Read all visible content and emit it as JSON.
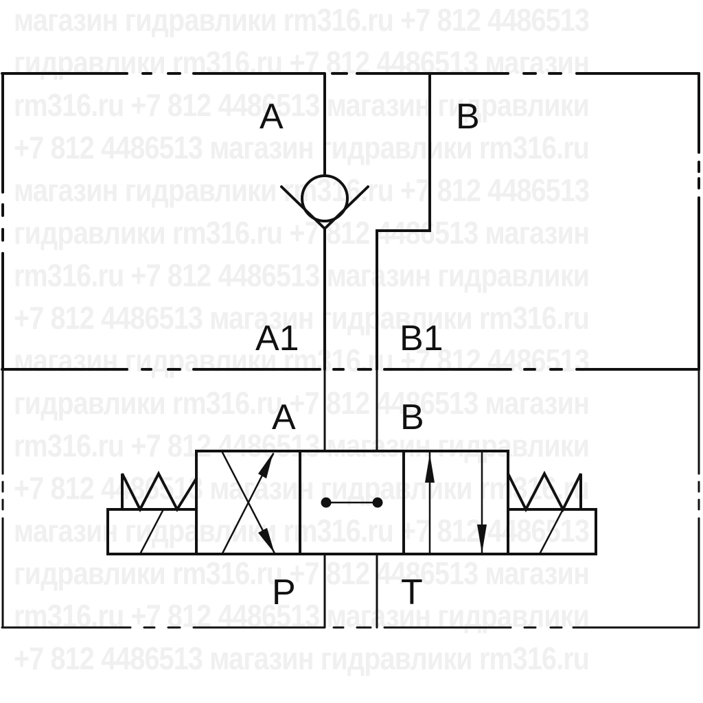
{
  "watermark": {
    "lines": [
      "магазин гидравлики rm316.ru +7 812 4486513",
      "гидравлики rm316.ru +7 812 4486513 магазин",
      "rm316.ru +7 812 4486513 магазин гидравлики",
      "+7 812 4486513 магазин гидравлики rm316.ru",
      "магазин гидравлики rm316.ru +7 812 4486513",
      "гидравлики rm316.ru +7 812 4486513 магазин",
      "rm316.ru +7 812 4486513 магазин гидравлики",
      "+7 812 4486513 магазин гидравлики rm316.ru",
      "магазин гидравлики rm316.ru +7 812 4486513",
      "гидравлики rm316.ru +7 812 4486513 магазин",
      "rm316.ru +7 812 4486513 магазин гидравлики",
      "+7 812 4486513 магазин гидравлики rm316.ru",
      "магазин гидравлики rm316.ru +7 812 4486513",
      "гидравлики rm316.ru +7 812 4486513 магазин",
      "rm316.ru +7 812 4486513 магазин гидравлики",
      "+7 812 4486513 магазин гидравлики rm316.ru"
    ],
    "color": "#f0f0f0"
  },
  "diagram": {
    "title": "Hydraulic directional valve with check valve module",
    "line_color": "#111111",
    "upper_module": {
      "port_labels": {
        "a": "A",
        "b": "B",
        "a1": "A1",
        "b1": "B1"
      },
      "component": "check-valve"
    },
    "lower_valve": {
      "port_labels": {
        "a": "A",
        "b": "B",
        "p": "P",
        "t": "T"
      },
      "positions": [
        "crossed",
        "center-AB-connected",
        "parallel"
      ],
      "actuators": [
        "solenoid-left",
        "solenoid-right"
      ]
    }
  }
}
